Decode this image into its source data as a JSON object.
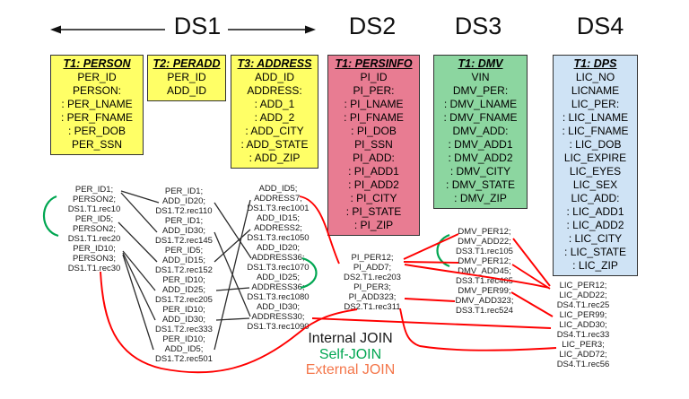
{
  "headers": {
    "ds1": "DS1",
    "ds2": "DS2",
    "ds3": "DS3",
    "ds4": "DS4"
  },
  "tables": {
    "person": {
      "title": "T1: PERSON",
      "fields": [
        "PER_ID",
        "PERSON:",
        ": PER_LNAME",
        ": PER_FNAME",
        ": PER_DOB",
        "PER_SSN"
      ]
    },
    "peradd": {
      "title": "T2: PERADD",
      "fields": [
        "PER_ID",
        "ADD_ID"
      ]
    },
    "address": {
      "title": "T3: ADDRESS",
      "fields": [
        "ADD_ID",
        "ADDRESS:",
        ": ADD_1",
        ": ADD_2",
        ": ADD_CITY",
        ": ADD_STATE",
        ": ADD_ZIP"
      ]
    },
    "persinfo": {
      "title": "T1: PERSINFO",
      "fields": [
        "PI_ID",
        "PI_PER:",
        ": PI_LNAME",
        ": PI_FNAME",
        ": PI_DOB",
        "PI_SSN",
        "PI_ADD:",
        ": PI_ADD1",
        ": PI_ADD2",
        ": PI_CITY",
        ": PI_STATE",
        ": PI_ZIP"
      ]
    },
    "dmv": {
      "title": "T1: DMV",
      "fields": [
        "VIN",
        "DMV_PER:",
        ": DMV_LNAME",
        ": DMV_FNAME",
        "DMV_ADD:",
        ": DMV_ADD1",
        ": DMV_ADD2",
        ": DMV_CITY",
        ": DMV_STATE",
        ": DMV_ZIP"
      ]
    },
    "dps": {
      "title": "T1: DPS",
      "fields": [
        "LIC_NO",
        "LICNAME",
        "LIC_PER:",
        ": LIC_LNAME",
        ": LIC_FNAME",
        ": LIC_DOB",
        "LIC_EXPIRE",
        "LIC_EYES",
        "LIC_SEX",
        "LIC_ADD:",
        ": LIC_ADD1",
        ": LIC_ADD2",
        ": LIC_CITY",
        ": LIC_STATE",
        ": LIC_ZIP"
      ]
    }
  },
  "records": {
    "ds1_t1": [
      [
        "PER_ID1;",
        "PERSON2;",
        "DS1.T1.rec10"
      ],
      [
        "PER_ID5;",
        "PERSON2;",
        "DS1.T1.rec20"
      ],
      [
        "PER_ID10;",
        "PERSON3;",
        "DS1.T1.rec30"
      ]
    ],
    "ds1_t2": [
      [
        "PER_ID1;",
        "ADD_ID20;",
        "DS1.T2.rec110"
      ],
      [
        "PER_ID1;",
        "ADD_ID30;",
        "DS1.T2.rec145"
      ],
      [
        "PER_ID5;",
        "ADD_ID15;",
        "DS1.T2.rec152"
      ],
      [
        "PER_ID10;",
        "ADD_ID25;",
        "DS1.T2.rec205"
      ],
      [
        "PER_ID10;",
        "ADD_ID30;",
        "DS1.T2.rec333"
      ],
      [
        "PER_ID10;",
        "ADD_ID5;",
        "DS1.T2.rec501"
      ]
    ],
    "ds1_t3": [
      [
        "ADD_ID5;",
        "ADDRESS7;",
        "DS1.T3.rec1001"
      ],
      [
        "ADD_ID15;",
        "ADDRESS2;",
        "DS1.T3.rec1050"
      ],
      [
        "ADD_ID20;",
        "ADDRESS36;",
        "DS1.T3.rec1070"
      ],
      [
        "ADD_ID25;",
        "ADDRESS36;",
        "DS1.T3.rec1080"
      ],
      [
        "ADD_ID30;",
        "ADDRESS30;",
        "DS1.T3.rec1090"
      ]
    ],
    "ds2_t1": [
      [
        "PI_PER12;",
        "PI_ADD7;",
        "DS2.T1.rec203"
      ],
      [
        "PI_PER3;",
        "PI_ADD323;",
        "DS2.T1.rec311"
      ]
    ],
    "ds3_t1": [
      [
        "DMV_PER12;",
        "DMV_ADD22;",
        "DS3.T1.rec105"
      ],
      [
        "DMV_PER12;",
        "DMV_ADD45;",
        "DS3.T1.rec465"
      ],
      [
        "DMV_PER99;",
        "DMV_ADD323;",
        "DS3.T1.rec524"
      ]
    ],
    "ds4_t1": [
      [
        "LIC_PER12;",
        "LIC_ADD22;",
        "DS4.T1.rec25"
      ],
      [
        "LIC_PER99;",
        "LIC_ADD30;",
        "DS4.T1.rec33"
      ],
      [
        "LIC_PER3;",
        "LIC_ADD72;",
        "DS4.T1.rec56"
      ]
    ]
  },
  "legend": {
    "internal": "Internal JOIN",
    "self": "Self-JOIN",
    "external": "External JOIN"
  },
  "joins": {
    "internal": [
      {
        "from": "DS1.T1.rec10",
        "to": "DS1.T2.rec110"
      },
      {
        "from": "DS1.T1.rec10",
        "to": "DS1.T2.rec145"
      },
      {
        "from": "DS1.T1.rec20",
        "to": "DS1.T2.rec152"
      },
      {
        "from": "DS1.T1.rec30",
        "to": "DS1.T2.rec205"
      },
      {
        "from": "DS1.T1.rec30",
        "to": "DS1.T2.rec333"
      },
      {
        "from": "DS1.T1.rec30",
        "to": "DS1.T2.rec501"
      },
      {
        "from": "DS1.T2.rec110",
        "to": "DS1.T3.rec1070"
      },
      {
        "from": "DS1.T2.rec145",
        "to": "DS1.T3.rec1090"
      },
      {
        "from": "DS1.T2.rec152",
        "to": "DS1.T3.rec1050"
      },
      {
        "from": "DS1.T2.rec205",
        "to": "DS1.T3.rec1080"
      },
      {
        "from": "DS1.T2.rec333",
        "to": "DS1.T3.rec1090"
      },
      {
        "from": "DS1.T2.rec501",
        "to": "DS1.T3.rec1001"
      }
    ],
    "self": [
      {
        "from": "DS1.T1.rec10",
        "to": "DS1.T1.rec20"
      },
      {
        "from": "DS1.T3.rec1070",
        "to": "DS1.T3.rec1080"
      },
      {
        "from": "DS3.T1.rec105",
        "to": "DS3.T1.rec465"
      }
    ],
    "external": [
      {
        "from": "DS1.T3.rec1001",
        "to": "DS2.T1.rec203"
      },
      {
        "from": "DS2.T1.rec203",
        "to": "DS3.T1.rec105"
      },
      {
        "from": "DS2.T1.rec203",
        "to": "DS3.T1.rec465"
      },
      {
        "from": "DS2.T1.rec203",
        "to": "DS4.T1.rec25"
      },
      {
        "from": "DS2.T1.rec311",
        "to": "DS3.T1.rec524"
      },
      {
        "from": "DS2.T1.rec311",
        "to": "DS4.T1.rec56"
      },
      {
        "from": "DS1.T1.rec30",
        "to": "DS2.T1.rec311"
      },
      {
        "from": "DS3.T1.rec105",
        "to": "DS4.T1.rec25"
      },
      {
        "from": "DS3.T1.rec465",
        "to": "DS4.T1.rec25"
      },
      {
        "from": "DS3.T1.rec524",
        "to": "DS4.T1.rec33"
      },
      {
        "from": "DS1.T3.rec1090",
        "to": "DS4.T1.rec33"
      }
    ]
  },
  "colors": {
    "table_yellow": "#FFFF66",
    "table_pink": "#E87C92",
    "table_green": "#8CD6A0",
    "table_blue": "#CFE3F5",
    "arrow_black": "#111111",
    "join_internal": "#2B2B2B",
    "join_internal_text": "#1A1A1A",
    "join_self": "#00A651",
    "join_external": "#FF0000",
    "legend_external_text": "#F4764A"
  }
}
